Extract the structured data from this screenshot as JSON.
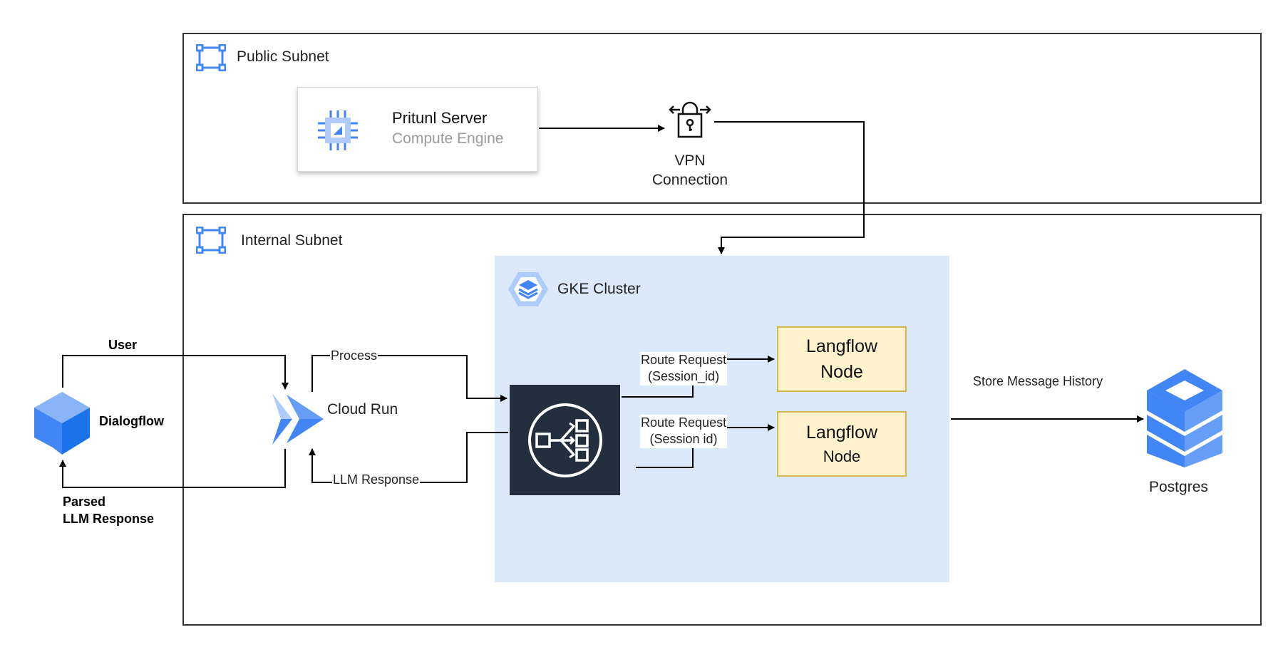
{
  "public_subnet": {
    "title": "Public Subnet"
  },
  "internal_subnet": {
    "title": "Internal Subnet"
  },
  "pritunl": {
    "name": "Pritunl Server",
    "service": "Compute Engine"
  },
  "vpn": {
    "line1": "VPN",
    "line2": "Connection"
  },
  "gke": {
    "title": "GKE Cluster"
  },
  "langflow_nodes": [
    {
      "line1": "Langflow",
      "line2": "Node"
    },
    {
      "line1": "Langflow",
      "line2": "Node"
    }
  ],
  "edges": {
    "route_request_1": {
      "line1": "Route Request",
      "line2": "(Session_id)"
    },
    "route_request_2": {
      "line1": "Route Request",
      "line2": "(Session id)"
    },
    "process": "Process",
    "llm_response": "LLM Response",
    "store_history": "Store Message History",
    "user": "User",
    "parsed_line1": "Parsed",
    "parsed_line2": "LLM Response"
  },
  "cloud_run": {
    "label": "Cloud Run"
  },
  "dialogflow": {
    "label": "Dialogflow"
  },
  "postgres": {
    "label": "Postgres"
  },
  "colors": {
    "gcp_blue": "#4285f4",
    "gcp_light_blue": "#aecbfa",
    "gke_background": "#dbe9fb",
    "langflow_fill": "#fff2cc",
    "langflow_border": "#d6b656",
    "load_balancer": "#232f3e"
  },
  "icons": [
    "subnet-icon",
    "compute-engine-chip-icon",
    "vpn-lock-icon",
    "gke-icon",
    "load-balancer-icon",
    "cloud-run-icon",
    "dialogflow-icon",
    "postgres-cylinder-icon"
  ]
}
